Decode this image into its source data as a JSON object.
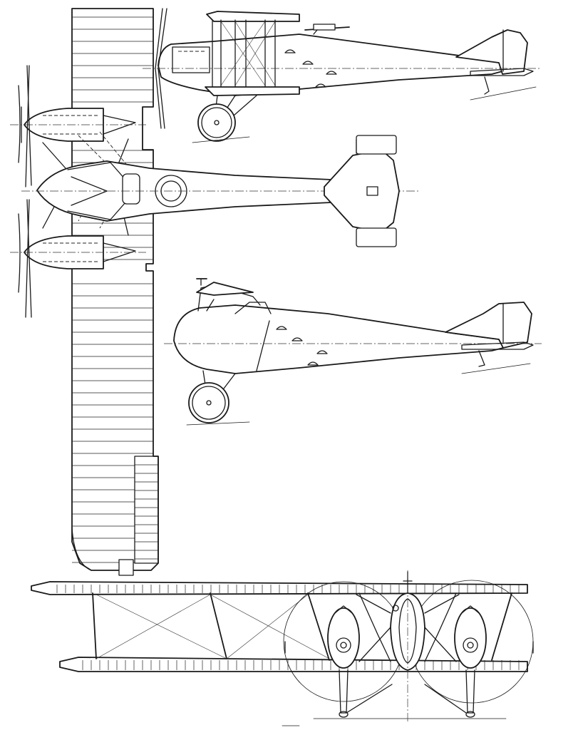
{
  "drawing": {
    "ink_color": "#1a1a1a",
    "paper_color": "#ffffff",
    "views": [
      {
        "name": "side-view-armed"
      },
      {
        "name": "plan-view"
      },
      {
        "name": "side-view-unarmed"
      },
      {
        "name": "front-view"
      }
    ]
  }
}
